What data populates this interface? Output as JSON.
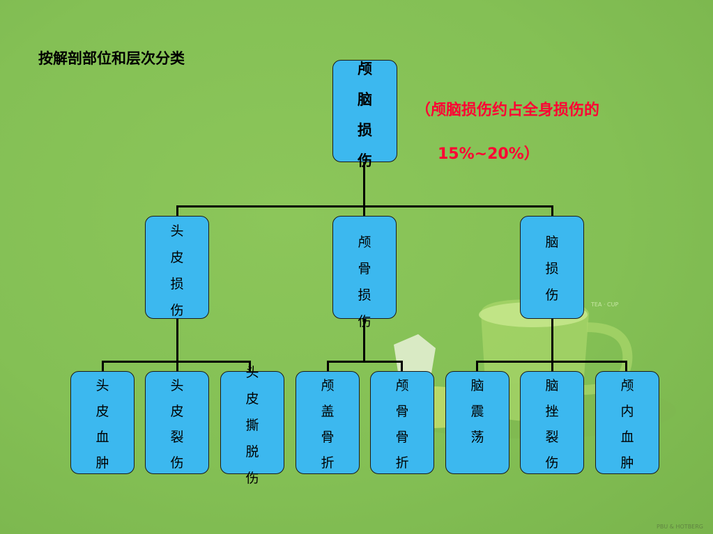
{
  "title": "按解剖部位和层次分类",
  "note_line1": "（颅脑损伤约占全身损伤的",
  "note_line2": "15%~20%）",
  "root": [
    "颅",
    "脑",
    "损",
    "伤"
  ],
  "level2": [
    [
      "头",
      "皮",
      "损",
      "伤"
    ],
    [
      "颅",
      "骨",
      "损",
      "伤"
    ],
    [
      "脑",
      "损",
      "伤"
    ]
  ],
  "leaves": [
    [
      "头",
      "皮",
      "血",
      "肿"
    ],
    [
      "头",
      "皮",
      "裂",
      "伤"
    ],
    [
      "头",
      "皮",
      "撕",
      "脱",
      "伤"
    ],
    [
      "颅",
      "盖",
      "骨",
      "折"
    ],
    [
      "颅",
      "骨",
      "骨",
      "折"
    ],
    [
      "脑",
      "震",
      "荡"
    ],
    [
      "脑",
      "挫",
      "裂",
      "伤"
    ],
    [
      "颅",
      "内",
      "血",
      "肿"
    ]
  ],
  "decor_text": "TEA · CUP",
  "watermark": "PBU & HOTBERG",
  "colors": {
    "node": "#3cb8ef",
    "note": "#ff0033",
    "background": "#84c055"
  }
}
